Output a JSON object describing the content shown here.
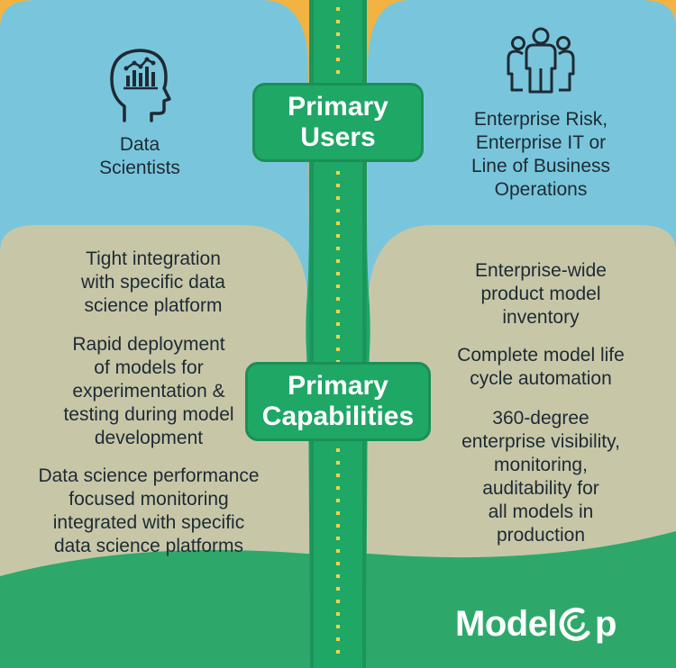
{
  "colors": {
    "orange": "#f2b342",
    "sky_blue": "#79c6dc",
    "sage": "#c7c7a8",
    "road": "#1fa766",
    "road_dark": "#17834f",
    "dashes": "#f1d44a",
    "ground": "#2ea86a",
    "text": "#1e2a33"
  },
  "icons": {
    "data_scientist": "head-with-chart-icon",
    "enterprise": "group-of-people-icon"
  },
  "users": {
    "badge_line1": "Primary",
    "badge_line2": "Users",
    "left_line1": "Data",
    "left_line2": "Scientists",
    "right_line1": "Enterprise Risk,",
    "right_line2": "Enterprise IT or",
    "right_line3": "Line of Business",
    "right_line4": "Operations"
  },
  "capabilities": {
    "badge_line1": "Primary",
    "badge_line2": "Capabilities",
    "left": [
      {
        "l1": "Tight integration",
        "l2": "with specific data",
        "l3": "science platform"
      },
      {
        "l1": "Rapid deployment",
        "l2": "of models for",
        "l3": "experimentation &",
        "l4": "testing during model",
        "l5": "development"
      },
      {
        "l1": "Data science performance",
        "l2": "focused monitoring",
        "l3": "integrated with specific",
        "l4": "data science platforms"
      }
    ],
    "right": [
      {
        "l1": "Enterprise-wide",
        "l2": "product model",
        "l3": "inventory"
      },
      {
        "l1": "Complete model life",
        "l2": "cycle automation"
      },
      {
        "l1": "360-degree",
        "l2": "enterprise visibility,",
        "l3": "monitoring,",
        "l4": "auditability for",
        "l5": "all models in",
        "l6": "production"
      }
    ]
  },
  "logo": {
    "part1": "Model",
    "part2": "p"
  }
}
